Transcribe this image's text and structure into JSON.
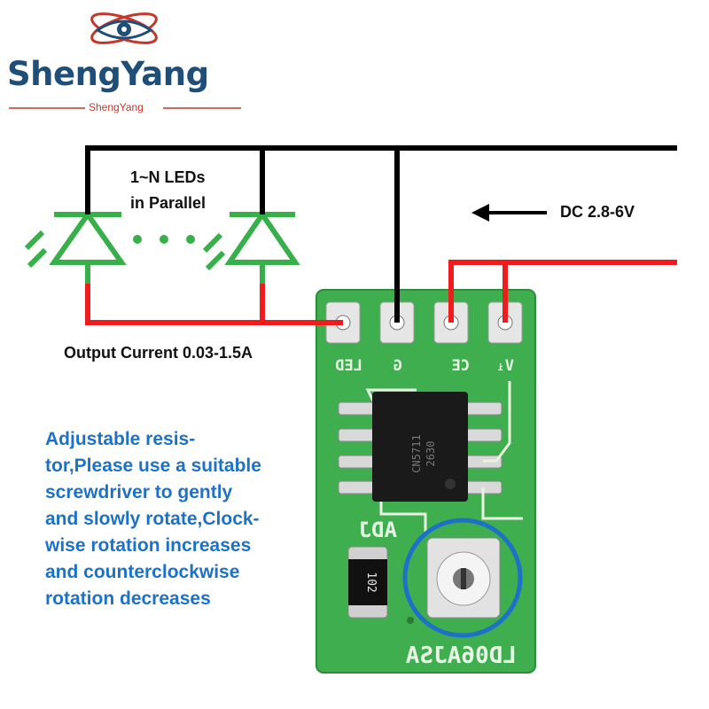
{
  "brand": {
    "name": "ShengYang",
    "subtitle": "ShengYang",
    "color": "#1f4e79",
    "accent": "#c0392b"
  },
  "labels": {
    "leds_line1": "1~N LEDs",
    "leds_line2": "in Parallel",
    "dc_input": "DC 2.8-6V",
    "output_current": "Output Current 0.03-1.5A"
  },
  "description": {
    "color": "#1d72c8",
    "lines": [
      "Adjustable resis-",
      "tor,Please use a suitable",
      "screwdriver to gently",
      "and slowly rotate,Clock-",
      "wise rotation increases",
      "and counterclockwise",
      "rotation decreases"
    ]
  },
  "board": {
    "pins": [
      "LED",
      "G",
      "CE",
      "Vᵢ"
    ],
    "chip_marking_1": "CN5711",
    "chip_marking_2": "2630",
    "adj_label": "ADJ",
    "model": "LD06AJSA",
    "resistor_code": "102",
    "color": "#3fae4f"
  },
  "wire_colors": {
    "ground": "#000000",
    "positive": "#ee1c1c",
    "led": "#38b04a"
  }
}
